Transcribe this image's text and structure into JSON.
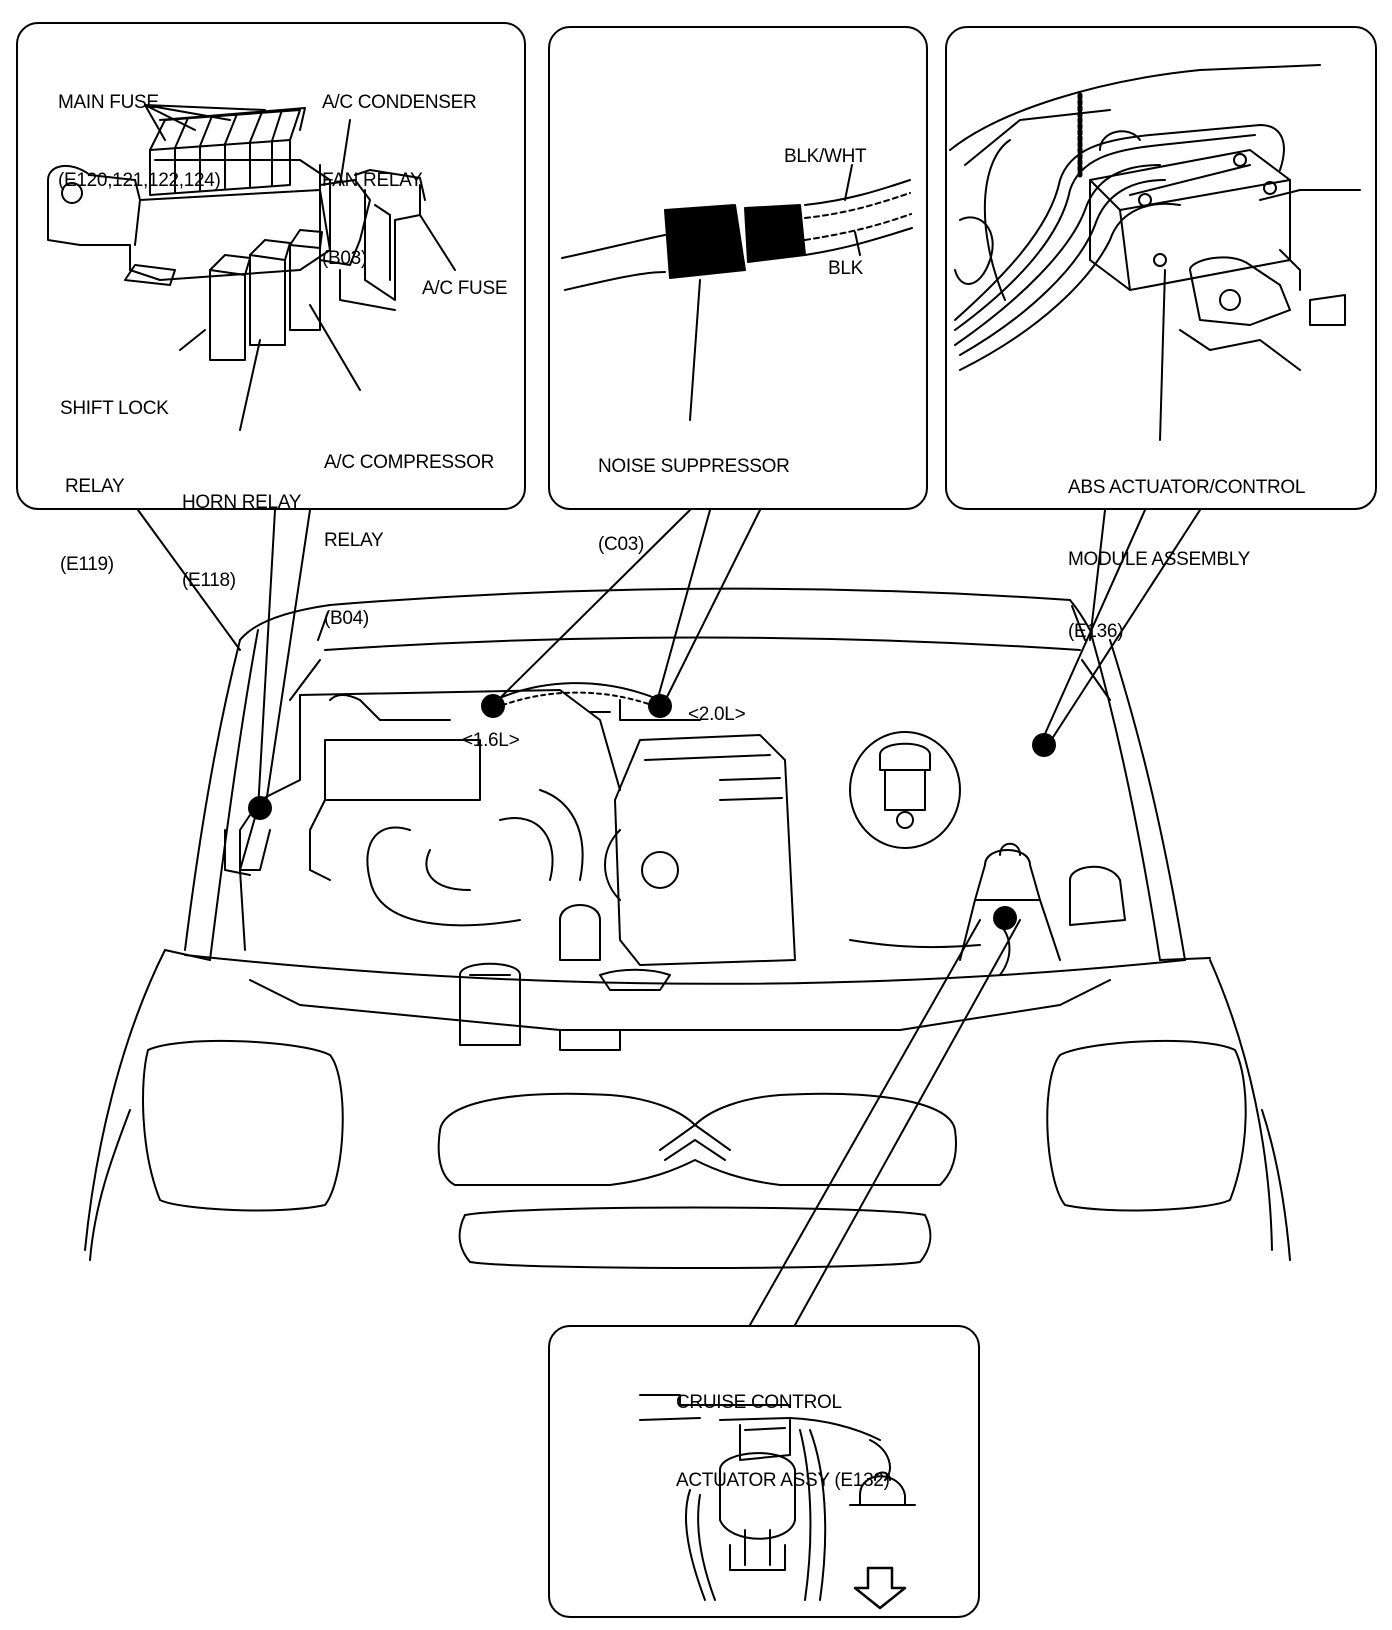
{
  "fuse_panel": {
    "main_fuse_line1": "MAIN FUSE",
    "main_fuse_line2": "(E120,121,122,124)",
    "condenser_line1": "A/C CONDENSER",
    "condenser_line2": "FAN RELAY",
    "condenser_line3": "(B03)",
    "ac_fuse": "A/C FUSE",
    "shift_line1": "SHIFT LOCK",
    "shift_line2": " RELAY",
    "shift_line3": "(E119)",
    "compressor_line1": "A/C COMPRESSOR",
    "compressor_line2": "RELAY",
    "compressor_line3": "(B04)",
    "horn_line1": "HORN RELAY",
    "horn_line2": "(E118)"
  },
  "noise_panel": {
    "blk_wht": "BLK/WHT",
    "blk": "BLK",
    "noise_line1": "NOISE SUPPRESSOR",
    "noise_line2": "(C03)"
  },
  "abs_panel": {
    "line1": "ABS ACTUATOR/CONTROL",
    "line2": "MODULE ASSEMBLY",
    "line3": "(E136)"
  },
  "engine": {
    "engine_16": "<1.6L>",
    "engine_20": "<2.0L>"
  },
  "cruise_panel": {
    "line1": "CRUISE CONTROL",
    "line2": "ACTUATOR ASSY (E132)"
  }
}
